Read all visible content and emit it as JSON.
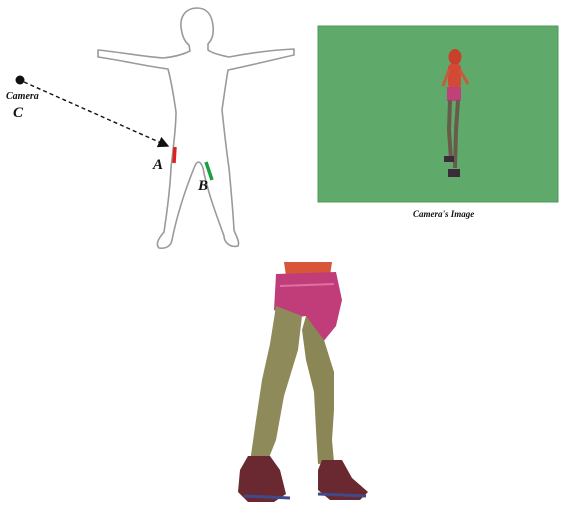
{
  "diagram": {
    "camera_label": "Camera",
    "camera_letter": "C",
    "point_a_label": "A",
    "point_b_label": "B",
    "camera_image_caption": "Camera's Image"
  },
  "colors": {
    "silhouette_outline": "#9a9a9a",
    "arrow": "#111111",
    "segment_a": "#e02020",
    "segment_b": "#1aa040",
    "green_screen": "#5faa6a"
  }
}
